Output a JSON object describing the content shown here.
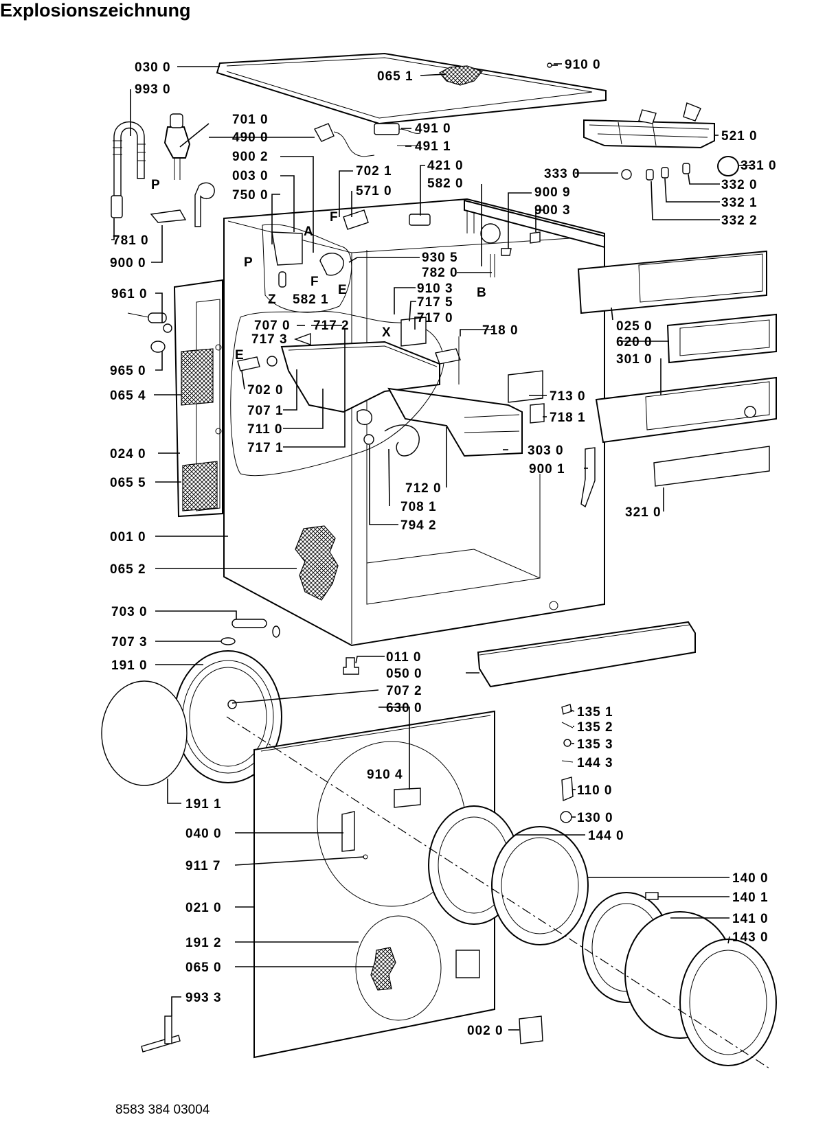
{
  "title": "Explosionszeichnung",
  "doc_number": "8583 384 03004",
  "labels": {
    "l0300": "030 0",
    "l9100": "910 0",
    "l0651": "065 1",
    "l9930": "993 0",
    "l7010": "701 0",
    "l4900": "490 0",
    "l4910": "491 0",
    "l4911": "491 1",
    "l5210": "521 0",
    "l9002": "900 2",
    "l7021": "702 1",
    "l4210": "421 0",
    "l3330": "333 0",
    "l3310": "331 0",
    "l0030": "003 0",
    "l5710": "571 0",
    "l5820": "582 0",
    "l3320": "332 0",
    "l9009": "900 9",
    "l3321": "332 1",
    "l7500": "750 0",
    "l9003": "900 3",
    "l3322": "332 2",
    "l7810": "781 0",
    "l9000": "900 0",
    "l9305": "930 5",
    "l7820": "782 0",
    "l9610": "961 0",
    "l5821": "582 1",
    "l9103": "910 3",
    "l7175": "717 5",
    "l7170": "717 0",
    "l7070": "707 0",
    "l7172": "717 2",
    "l7173": "717 3",
    "l0250": "025 0",
    "l7180": "718 0",
    "l6200": "620 0",
    "l3010": "301 0",
    "l9650": "965 0",
    "l0654": "065 4",
    "l7020": "702 0",
    "l7130": "713 0",
    "l7071": "707 1",
    "l7181": "718 1",
    "l7110": "711 0",
    "l7171": "717 1",
    "l3030": "303 0",
    "l0240": "024 0",
    "l9001": "900 1",
    "l0655": "065 5",
    "l7120": "712 0",
    "l7081": "708 1",
    "l3210": "321 0",
    "l0010": "001 0",
    "l7942": "794 2",
    "l0652": "065 2",
    "l7030": "703 0",
    "l7073": "707 3",
    "l0110": "011 0",
    "l1910": "191 0",
    "l0500": "050 0",
    "l7072": "707 2",
    "l6300": "630 0",
    "l1351": "135 1",
    "l1352": "135 2",
    "l1353": "135 3",
    "l1443": "144 3",
    "l9104": "910 4",
    "l1100": "110 0",
    "l1911": "191 1",
    "l1300": "130 0",
    "l0400": "040 0",
    "l1440": "144 0",
    "l9117": "911 7",
    "l1400": "140 0",
    "l0210": "021 0",
    "l1401": "140 1",
    "l1410": "141 0",
    "l1912": "191 2",
    "l1430": "143 0",
    "l0650": "065 0",
    "l9933": "993 3",
    "l0020": "002 0",
    "lP1": "P",
    "lP2": "P",
    "lA": "A",
    "lF1": "F",
    "lF2": "F",
    "lE1": "E",
    "lE2": "E",
    "lZ": "Z",
    "lB": "B",
    "lX": "X"
  }
}
